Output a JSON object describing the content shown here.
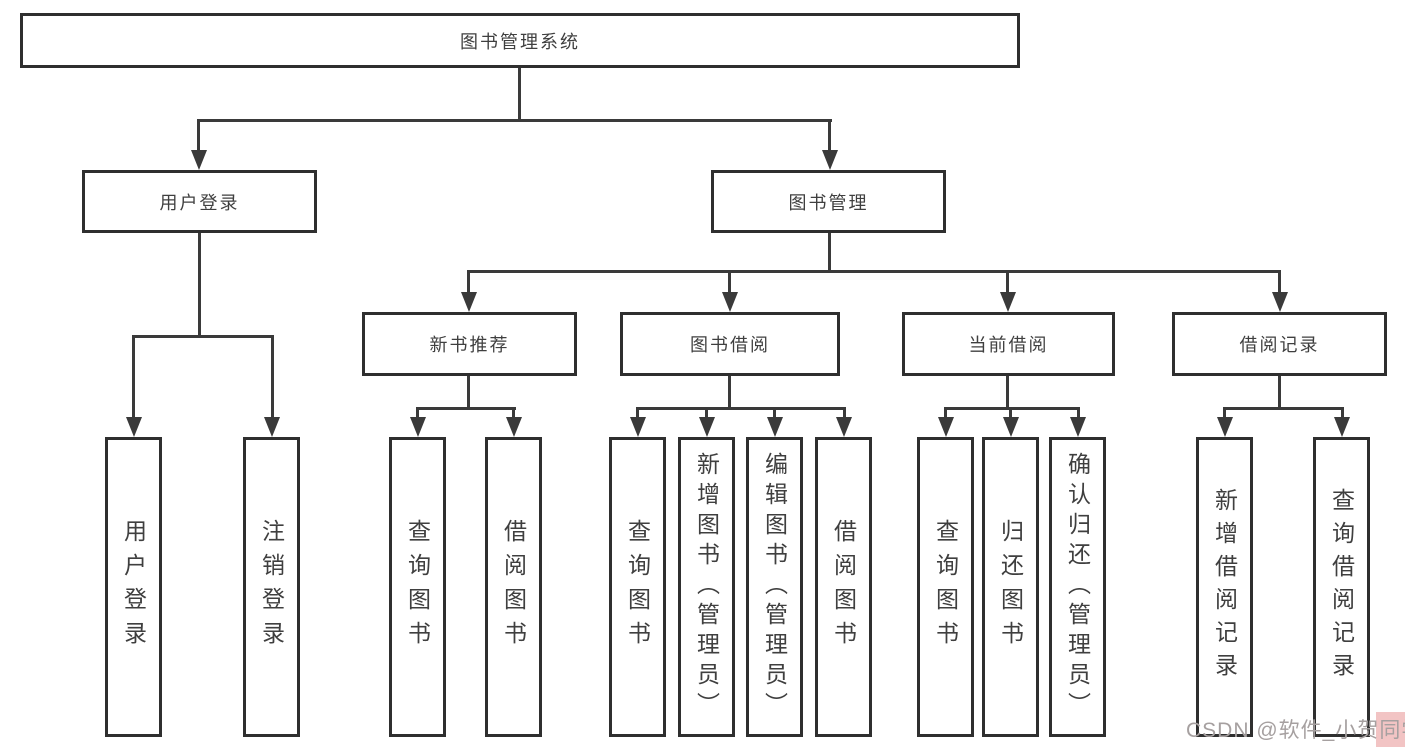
{
  "root": {
    "label": "图书管理系统"
  },
  "level1": [
    {
      "label": "用户登录"
    },
    {
      "label": "图书管理"
    }
  ],
  "level2": [
    {
      "label": "新书推荐"
    },
    {
      "label": "图书借阅"
    },
    {
      "label": "当前借阅"
    },
    {
      "label": "借阅记录"
    }
  ],
  "leaves": {
    "user_login": [
      "用户登录",
      "注销登录"
    ],
    "new_book": [
      "查询图书",
      "借阅图书"
    ],
    "book_borrow": [
      "查询图书",
      "新增图书（管理员）",
      "编辑图书（管理员）",
      "借阅图书"
    ],
    "current_borrow": [
      "查询图书",
      "归还图书",
      "确认归还（管理员）"
    ],
    "borrow_record": [
      "新增借阅记录",
      "查询借阅记录"
    ]
  },
  "watermark": {
    "text": "CSDN @软件_小贺同学"
  },
  "colors": {
    "line": "#3a3a3a",
    "box_border": "#2f2f2f",
    "text": "#3f3f3f",
    "background": "#ffffff",
    "watermark_text": "#a6a0a0",
    "watermark_accent": "#f2c4c4"
  }
}
